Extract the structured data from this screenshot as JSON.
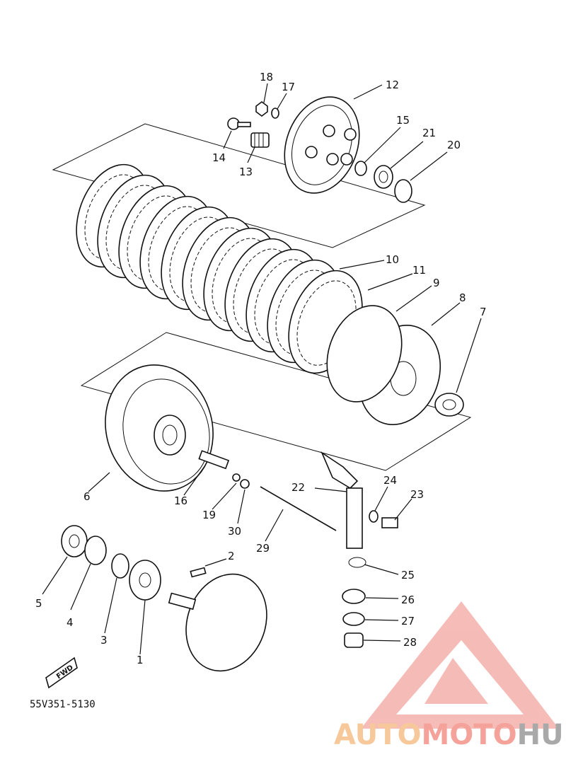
{
  "diagram_code": "55V351-5130",
  "fwd_label": "FWD",
  "watermark": {
    "part1": "AUTO",
    "part2": "MOTO",
    "part3": "HUB",
    "color1": "#f6c89a",
    "color2": "#f4a29a",
    "color3": "#a9a9a9"
  },
  "callouts": [
    {
      "id": "c1",
      "text": "1"
    },
    {
      "id": "c2",
      "text": "2"
    },
    {
      "id": "c3",
      "text": "3"
    },
    {
      "id": "c4",
      "text": "4"
    },
    {
      "id": "c5",
      "text": "5"
    },
    {
      "id": "c6",
      "text": "6"
    },
    {
      "id": "c7",
      "text": "7"
    },
    {
      "id": "c8",
      "text": "8"
    },
    {
      "id": "c9",
      "text": "9"
    },
    {
      "id": "c10",
      "text": "10"
    },
    {
      "id": "c11",
      "text": "11"
    },
    {
      "id": "c12",
      "text": "12"
    },
    {
      "id": "c13",
      "text": "13"
    },
    {
      "id": "c14",
      "text": "14"
    },
    {
      "id": "c15",
      "text": "15"
    },
    {
      "id": "c16",
      "text": "16"
    },
    {
      "id": "c17",
      "text": "17"
    },
    {
      "id": "c18",
      "text": "18"
    },
    {
      "id": "c19",
      "text": "19"
    },
    {
      "id": "c20",
      "text": "20"
    },
    {
      "id": "c21",
      "text": "21"
    },
    {
      "id": "c22",
      "text": "22"
    },
    {
      "id": "c23",
      "text": "23"
    },
    {
      "id": "c24",
      "text": "24"
    },
    {
      "id": "c25",
      "text": "25"
    },
    {
      "id": "c26",
      "text": "26"
    },
    {
      "id": "c27",
      "text": "27"
    },
    {
      "id": "c28",
      "text": "28"
    },
    {
      "id": "c29",
      "text": "29"
    },
    {
      "id": "c30",
      "text": "30"
    }
  ]
}
